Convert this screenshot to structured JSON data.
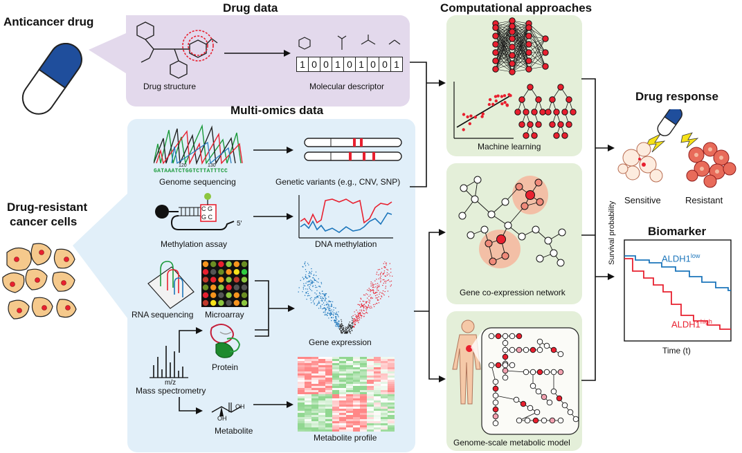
{
  "left": {
    "anticancer_drug": "Anticancer drug",
    "drug_resistant_line1": "Drug-resistant",
    "drug_resistant_line2": "cancer cells"
  },
  "drug_data": {
    "title": "Drug data",
    "drug_structure": "Drug structure",
    "molecular_descriptor": "Molecular descriptor",
    "bits": [
      "1",
      "0",
      "0",
      "1",
      "0",
      "1",
      "0",
      "0",
      "1"
    ]
  },
  "multiomics": {
    "title": "Multi-omics data",
    "genome_sequencing": "Genome sequencing",
    "genetic_variants": "Genetic variants (e.g., CNV, SNP)",
    "seq_pos_120": "120",
    "seq_pos_130": "130",
    "seq_letters": "GATAAATCTGGTCTTATTTCC",
    "methylation_assay": "Methylation assay",
    "cpg_top": "C G",
    "cpg_bottom": "G C",
    "five_prime": "5′",
    "dna_methylation": "DNA methylation",
    "rna_sequencing": "RNA sequencing",
    "microarray": "Microarray",
    "gene_expression": "Gene expression",
    "mz": "m/z",
    "mass_spectrometry": "Mass spectrometry",
    "protein": "Protein",
    "metabolite": "Metabolite",
    "oh": "OH",
    "metabolite_profile": "Metabolite profile"
  },
  "computational": {
    "title": "Computational approaches",
    "machine_learning": "Machine learning",
    "gene_coexpression": "Gene co-expression network",
    "genome_scale": "Genome-scale metabolic model"
  },
  "drug_response": {
    "title": "Drug response",
    "sensitive": "Sensitive",
    "resistant": "Resistant"
  },
  "biomarker": {
    "title": "Biomarker",
    "ylabel": "Survival probability",
    "xlabel": "Time (t)",
    "low_label": "ALDH1",
    "low_sup": "low",
    "high_label": "ALDH1",
    "high_sup": "high"
  },
  "colors": {
    "drug_panel": "#e3d9ec",
    "omics_panel": "#e1eff9",
    "comp_panel": "#e4efd9",
    "red": "#e8202f",
    "blue": "#1b75bb",
    "cell": "#f5c98c"
  }
}
